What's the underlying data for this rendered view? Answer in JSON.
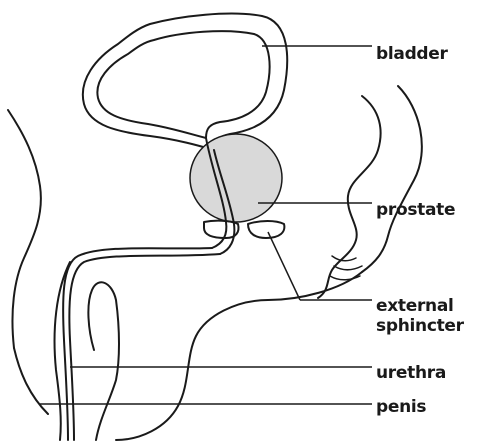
{
  "labels": {
    "bladder": "bladder",
    "prostate": "prostate",
    "external": "external",
    "sphincter": "sphincter",
    "urethra": "urethra",
    "penis": "penis"
  },
  "colors": {
    "outline": "#1a1a1a",
    "prostate_fill": "#d9d9d9",
    "background": "#ffffff"
  }
}
